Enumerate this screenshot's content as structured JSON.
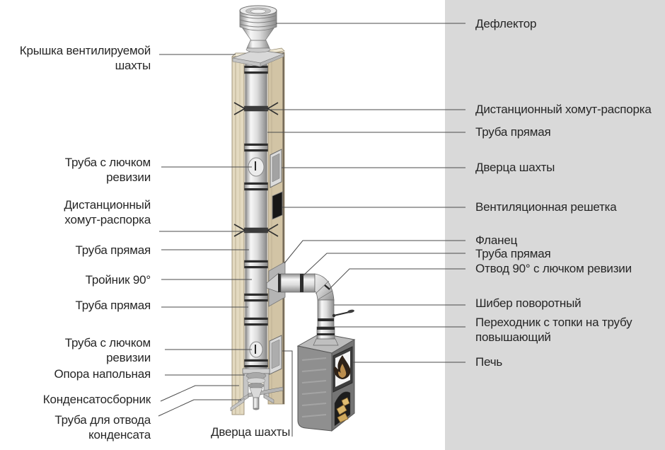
{
  "diagram": {
    "type": "technical-annotated-diagram",
    "subject": "modular chimney flue system with stove",
    "colors": {
      "background": "#ffffff",
      "right_panel": "#d9d9d9",
      "label_text": "#262626",
      "leader_line": "#4b4b4b",
      "shaft_wood": "#d2c4a5",
      "pipe_metal_light": "#f7f7f7",
      "pipe_metal_dark": "#8a8a8a",
      "stove_body": "#8f8f8f",
      "firewood": "#d9b66b"
    },
    "left_labels": [
      {
        "id": "ventilated-shaft-cap",
        "text": "Крышка вентилируемой\nшахты"
      },
      {
        "id": "pipe-with-revision-hatch-upper",
        "text": "Труба с лючком\nревизии"
      },
      {
        "id": "distance-clamp-spacer-left",
        "text": "Дистанционный\nхомут-распорка"
      },
      {
        "id": "straight-pipe-left-1",
        "text": "Труба прямая"
      },
      {
        "id": "tee-90",
        "text": "Тройник 90°"
      },
      {
        "id": "straight-pipe-left-2",
        "text": "Труба прямая"
      },
      {
        "id": "pipe-with-revision-hatch-lower",
        "text": "Труба с лючком\nревизии"
      },
      {
        "id": "floor-support",
        "text": "Опора напольная"
      },
      {
        "id": "condensate-collector",
        "text": "Конденсатосборник"
      },
      {
        "id": "condensate-drain-pipe",
        "text": "Труба для отвода\nконденсата"
      }
    ],
    "right_labels": [
      {
        "id": "deflector",
        "text": "Дефлектор"
      },
      {
        "id": "distance-clamp-spacer-right",
        "text": "Дистанционный хомут-распорка"
      },
      {
        "id": "straight-pipe-right-1",
        "text": "Труба прямая"
      },
      {
        "id": "shaft-door-upper",
        "text": "Дверца шахты"
      },
      {
        "id": "ventilation-grille",
        "text": "Вентиляционная решетка"
      },
      {
        "id": "flange",
        "text": "Фланец"
      },
      {
        "id": "straight-pipe-right-2",
        "text": "Труба прямая"
      },
      {
        "id": "elbow-90-with-revision-hatch",
        "text": "Отвод 90° с лючком ревизии"
      },
      {
        "id": "rotary-damper",
        "text": "Шибер поворотный"
      },
      {
        "id": "raising-adapter",
        "text": "Переходник с топки на трубу\nповышающий"
      },
      {
        "id": "stove",
        "text": "Печь"
      }
    ],
    "bottom_label": {
      "id": "shaft-door-lower",
      "text": "Дверца шахты"
    }
  }
}
